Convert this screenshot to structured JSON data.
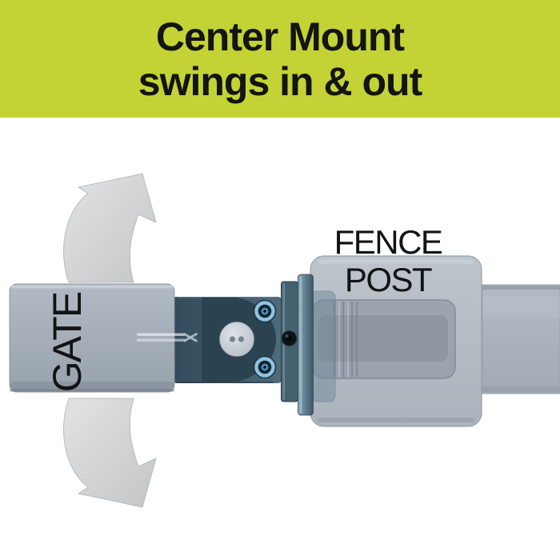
{
  "header": {
    "line1": "Center Mount",
    "line2": "swings in & out"
  },
  "labels": {
    "gate": "GATE",
    "fence_line1": "FENCE",
    "fence_line2": "POST"
  },
  "icons": {
    "swing_up": "curved-arrow-up-right-icon",
    "swing_down": "curved-arrow-down-right-icon",
    "pivot": "pivot-cap-icon",
    "mount_bolts": "blue-washer-bolt-icon",
    "set_screw": "hex-set-screw-icon"
  },
  "colors": {
    "header_bg": "#c3d335",
    "header_text": "#141414",
    "label_text": "#131313",
    "gate_gray": "#a5afba",
    "post_gray": "#b6bdc6",
    "rail_gray": "#a9b1bb",
    "bracket_slate": "#44606f",
    "bracket_dark": "#2b4250",
    "bolt_blue": "#8cc4e4",
    "pivot_silver": "#ccd3d9",
    "arrow_gray": "#d2d2d2"
  }
}
